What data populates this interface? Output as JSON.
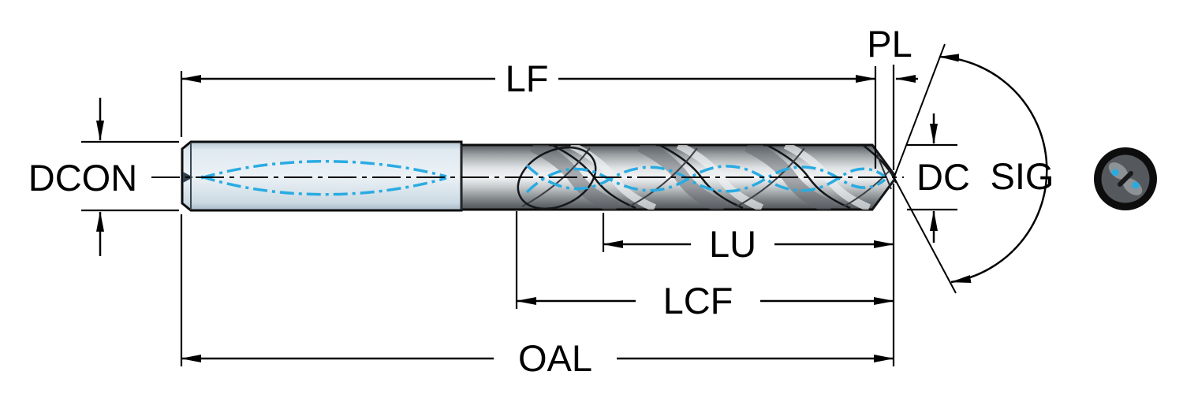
{
  "diagram": {
    "type": "technical-drawing",
    "subject": "solid carbide drill dimension diagram",
    "dimensions": {
      "lf": {
        "label": "LF"
      },
      "pl": {
        "label": "PL"
      },
      "dcon": {
        "label": "DCON"
      },
      "dc": {
        "label": "DC"
      },
      "sig": {
        "label": "SIG"
      },
      "lu": {
        "label": "LU"
      },
      "lcf": {
        "label": "LCF"
      },
      "oal": {
        "label": "OAL"
      }
    },
    "colors": {
      "outline_black": "#000000",
      "coolant_blue": "#29abe2",
      "shank_fill": "#e3edf3",
      "steel_grey": "#c9cdcf",
      "background": "#ffffff"
    }
  }
}
